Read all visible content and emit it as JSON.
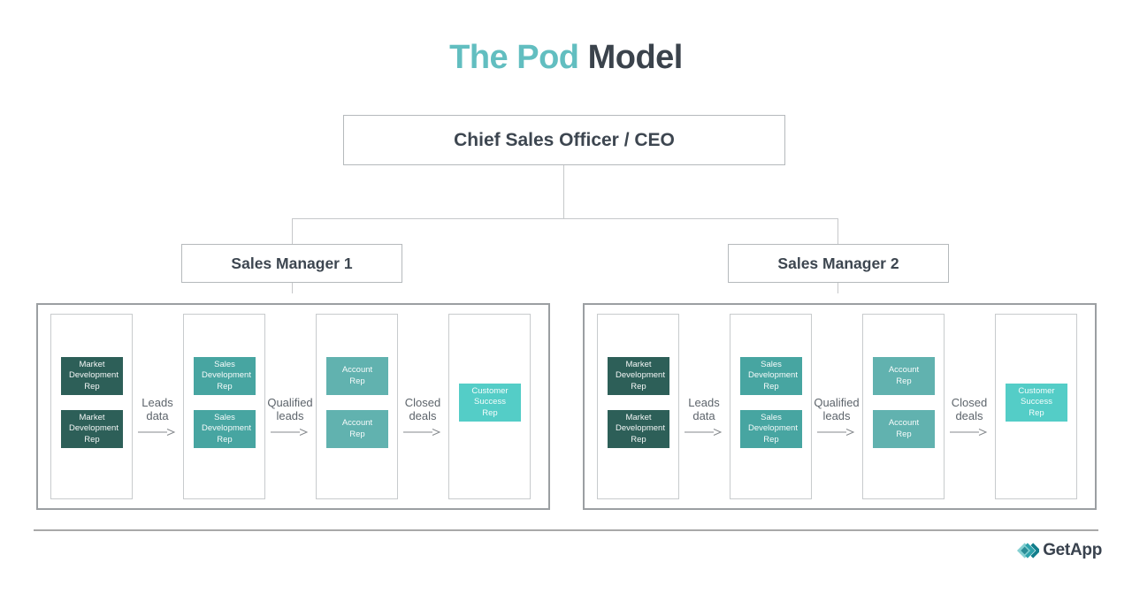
{
  "title": {
    "accent": "The Pod",
    "rest": "Model"
  },
  "org": {
    "ceo_label": "Chief Sales Officer / CEO",
    "managers": [
      "Sales Manager 1",
      "Sales Manager 2"
    ]
  },
  "pods": [
    {
      "columns": [
        {
          "cards": [
            "Market Development Rep",
            "Market Development Rep"
          ]
        },
        {
          "cards": [
            "Sales Development Rep",
            "Sales Development Rep"
          ]
        },
        {
          "cards": [
            "Account Rep",
            "Account Rep"
          ]
        },
        {
          "cards": [
            "Customer Success Rep"
          ]
        }
      ],
      "flows": [
        "Leads data",
        "Qualified leads",
        "Closed deals"
      ]
    },
    {
      "columns": [
        {
          "cards": [
            "Market Development Rep",
            "Market Development Rep"
          ]
        },
        {
          "cards": [
            "Sales Development Rep",
            "Sales Development Rep"
          ]
        },
        {
          "cards": [
            "Account Rep",
            "Account Rep"
          ]
        },
        {
          "cards": [
            "Customer Success Rep"
          ]
        }
      ],
      "flows": [
        "Leads data",
        "Qualified leads",
        "Closed deals"
      ]
    }
  ],
  "footer": {
    "brand": "GetApp"
  },
  "icons": {
    "brand_mark": "getapp-chevrons-icon",
    "flow_arrow": "right-arrow-icon"
  },
  "colors": {
    "accent_teal": "#62bec0",
    "heading_dark": "#3b434c",
    "card_market_dev": "#2d5f58",
    "card_sales_dev": "#47a5a1",
    "card_account": "#61b2af",
    "card_customer_success": "#54cdc7",
    "connector_gray": "#c6c8ca"
  }
}
